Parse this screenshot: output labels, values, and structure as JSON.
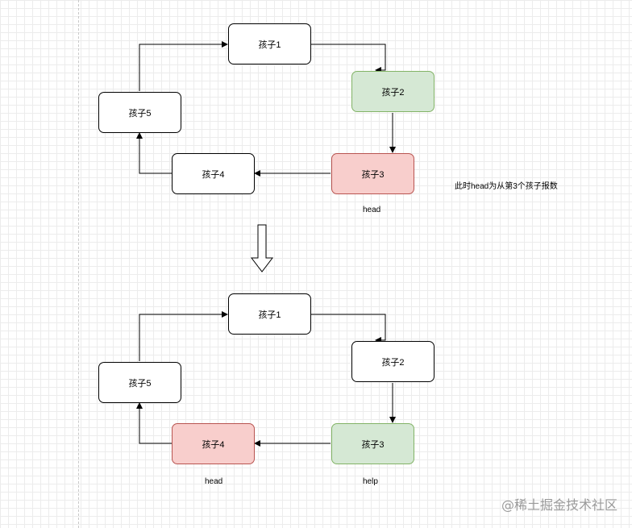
{
  "top": {
    "nodes": {
      "c1": "孩子1",
      "c2": "孩子2",
      "c3": "孩子3",
      "c4": "孩子4",
      "c5": "孩子5"
    },
    "marker_label": "head",
    "note": "此时head为从第3个孩子报数"
  },
  "bottom": {
    "nodes": {
      "c1": "孩子1",
      "c2": "孩子2",
      "c3": "孩子3",
      "c4": "孩子4",
      "c5": "孩子5"
    },
    "head_label": "head",
    "help_label": "help"
  },
  "watermark": "@稀土掘金技术社区",
  "colors": {
    "green_fill": "#d5e8d4",
    "green_border": "#82b366",
    "red_fill": "#f8cecc",
    "red_border": "#b85450"
  }
}
